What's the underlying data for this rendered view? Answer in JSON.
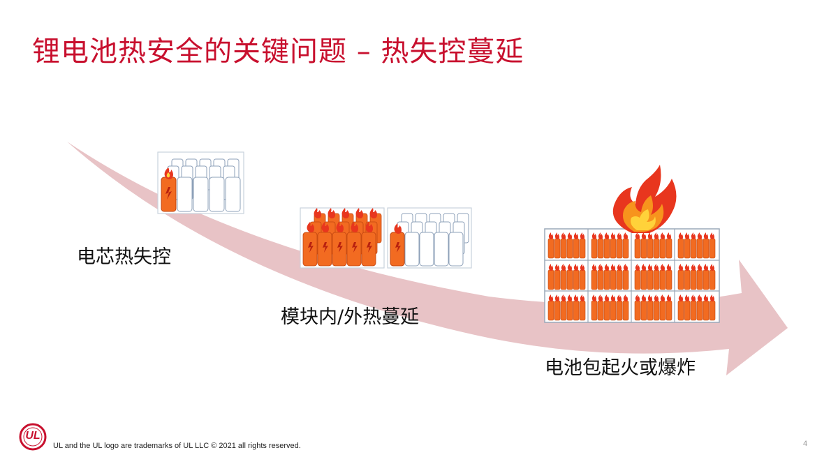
{
  "slide": {
    "title": "锂电池热安全的关键问题 – 热失控蔓延",
    "stages": [
      {
        "label": "电芯热失控"
      },
      {
        "label": "模块内/外热蔓延"
      },
      {
        "label": "电池包起火或爆炸"
      }
    ],
    "footer": {
      "trademark": "UL and the UL logo are trademarks of UL LLC © 2021 all rights reserved.",
      "logo_text": "UL",
      "page_number": "4"
    },
    "colors": {
      "accent": "#c8102e",
      "arrow": "#e2b7bb",
      "cell_fire": "#f26b21",
      "flame": "#e8361e"
    },
    "icons": [
      "progression-arrow",
      "cell-icon",
      "module-icon",
      "battery-pack-icon",
      "fire-icon",
      "ul-logo"
    ]
  }
}
